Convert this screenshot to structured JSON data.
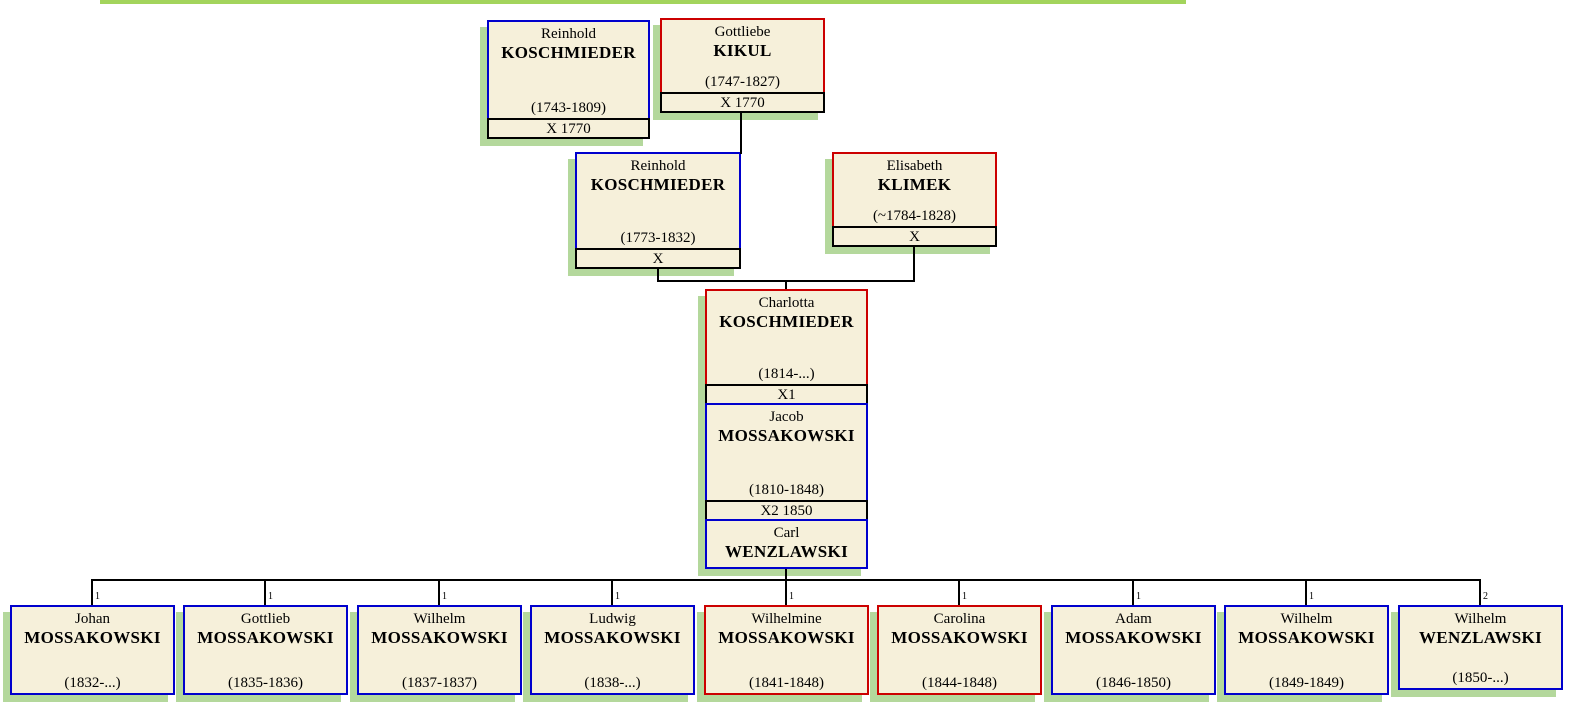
{
  "diagram": {
    "type": "family-tree",
    "box_fill": "#f6f0da",
    "shadow_color": "#b4d89c",
    "male_border_color": "#0000cd",
    "female_border_color": "#cc0000",
    "connector_color": "#000000",
    "top_bar_color": "#a3d45c"
  },
  "ancestors": [
    {
      "first_name": "Reinhold",
      "surname": "KOSCHMIEDER",
      "dates": "(1743-1809)",
      "sex": "male",
      "marriage_label": "X 1770"
    },
    {
      "first_name": "Gottliebe",
      "surname": "KIKUL",
      "dates": "(1747-1827)",
      "sex": "female",
      "marriage_label": "X 1770"
    },
    {
      "first_name": "Reinhold",
      "surname": "KOSCHMIEDER",
      "dates": "(1773-1832)",
      "sex": "male",
      "marriage_label": "X"
    },
    {
      "first_name": "Elisabeth",
      "surname": "KLIMEK",
      "dates": "(~1784-1828)",
      "sex": "female",
      "marriage_label": "X"
    }
  ],
  "center": {
    "person": {
      "first_name": "Charlotta",
      "surname": "KOSCHMIEDER",
      "dates": "(1814-...)",
      "sex": "female"
    },
    "marriage1_label": "X1",
    "spouse1": {
      "first_name": "Jacob",
      "surname": "MOSSAKOWSKI",
      "dates": "(1810-1848)",
      "sex": "male"
    },
    "marriage2_label": "X2 1850",
    "spouse2": {
      "first_name": "Carl",
      "surname": "WENZLAWSKI",
      "sex": "male"
    }
  },
  "children": [
    {
      "first_name": "Johan",
      "surname": "MOSSAKOWSKI",
      "dates": "(1832-...)",
      "sex": "male",
      "marriage_no": "1"
    },
    {
      "first_name": "Gottlieb",
      "surname": "MOSSAKOWSKI",
      "dates": "(1835-1836)",
      "sex": "male",
      "marriage_no": "1"
    },
    {
      "first_name": "Wilhelm",
      "surname": "MOSSAKOWSKI",
      "dates": "(1837-1837)",
      "sex": "male",
      "marriage_no": "1"
    },
    {
      "first_name": "Ludwig",
      "surname": "MOSSAKOWSKI",
      "dates": "(1838-...)",
      "sex": "male",
      "marriage_no": "1"
    },
    {
      "first_name": "Wilhelmine",
      "surname": "MOSSAKOWSKI",
      "dates": "(1841-1848)",
      "sex": "female",
      "marriage_no": "1"
    },
    {
      "first_name": "Carolina",
      "surname": "MOSSAKOWSKI",
      "dates": "(1844-1848)",
      "sex": "female",
      "marriage_no": "1"
    },
    {
      "first_name": "Adam",
      "surname": "MOSSAKOWSKI",
      "dates": "(1846-1850)",
      "sex": "male",
      "marriage_no": "1"
    },
    {
      "first_name": "Wilhelm",
      "surname": "MOSSAKOWSKI",
      "dates": "(1849-1849)",
      "sex": "male",
      "marriage_no": "1"
    },
    {
      "first_name": "Wilhelm",
      "surname": "WENZLAWSKI",
      "dates": "(1850-...)",
      "sex": "male",
      "marriage_no": "2"
    }
  ]
}
